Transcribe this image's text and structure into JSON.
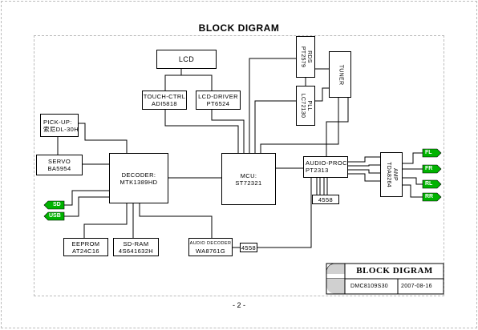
{
  "diagram": {
    "title": "BLOCK DIGRAM",
    "page_number": "- 2 -",
    "blocks": {
      "lcd": [
        "LCD"
      ],
      "touch_ctrl": [
        "TOUCH-CTRL",
        "ADI5818"
      ],
      "lcd_driver": [
        "LCD-DRIVER",
        "PT6524"
      ],
      "rds": [
        "RDS",
        "PT2579"
      ],
      "pll": [
        "PLL",
        "LC72130"
      ],
      "tuner": [
        "TUNER"
      ],
      "pickup": [
        "PICK-UP:",
        "索尼DL-30H"
      ],
      "servo": [
        "SERVO",
        "BA5954"
      ],
      "decoder": [
        "DECODER:",
        "MTK1389HD"
      ],
      "mcu": [
        "MCU:",
        "ST72321"
      ],
      "audio_proc": [
        "AUDIO-PROC",
        "PT2313"
      ],
      "ic4558_a": [
        "4558"
      ],
      "amp": [
        "AMP",
        "TDA8264"
      ],
      "eeprom": [
        "EEPROM",
        "AT24C16"
      ],
      "sdram": [
        "SD-RAM",
        "4S641632H"
      ],
      "audio_decoder": [
        "AUDIO DECODER",
        "WA8761G"
      ],
      "ic4558_b": [
        "4558"
      ]
    },
    "ports": {
      "sd": "SD",
      "usb": "USB",
      "outputs": [
        "FL",
        "FR",
        "RL",
        "RR"
      ]
    },
    "title_block": {
      "title": "BLOCK DIGRAM",
      "doc_number": "DMC8109S30",
      "date": "2007-08-16"
    },
    "colors": {
      "line": "#000000",
      "port_fill": "#00b300",
      "port_text": "#ffffff",
      "title_block_shade": "#d0d0d0",
      "frame": "#bbbbbb"
    }
  }
}
